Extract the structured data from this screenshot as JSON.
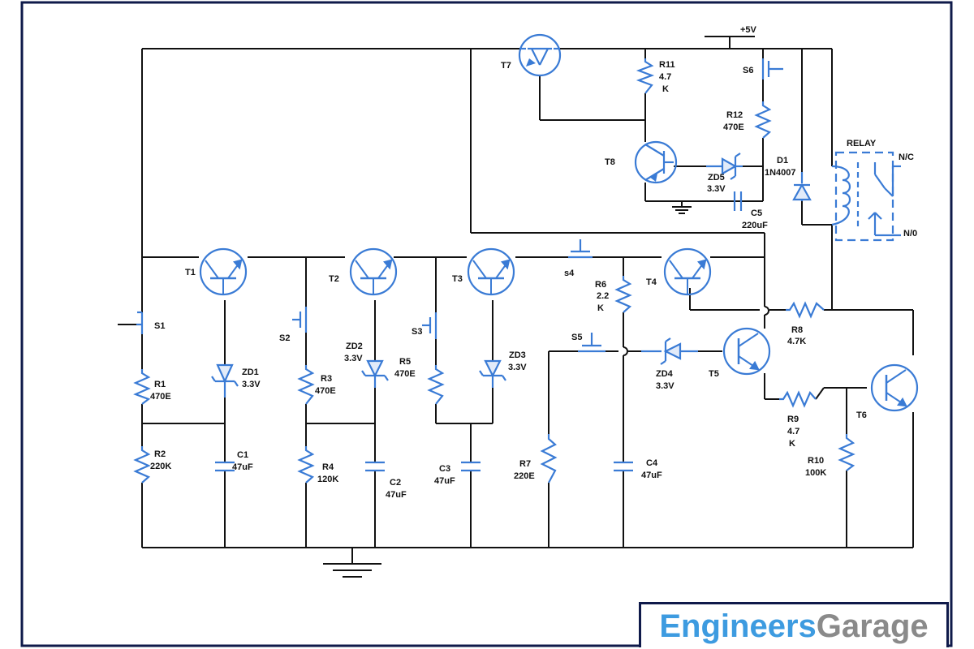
{
  "supply": "+5V",
  "relay": {
    "title": "RELAY",
    "nc": "N/C",
    "no": "N/0"
  },
  "components": {
    "T1": "T1",
    "T2": "T2",
    "T3": "T3",
    "T4": "T4",
    "T5": "T5",
    "T6": "T6",
    "T7": "T7",
    "T8": "T8",
    "S1": "S1",
    "S2": "S2",
    "S3": "S3",
    "S4": "s4",
    "S5": "S5",
    "S6": "S6",
    "R1": [
      "R1",
      "470E"
    ],
    "R2": [
      "R2",
      "220K"
    ],
    "R3": [
      "R3",
      "470E"
    ],
    "R4": [
      "R4",
      "120K"
    ],
    "R5": [
      "R5",
      "470E"
    ],
    "R6": [
      "R6",
      "2.2",
      "K"
    ],
    "R7": [
      "R7",
      "220E"
    ],
    "R8": [
      "R8",
      "4.7K"
    ],
    "R9": [
      "R9",
      "4.7",
      "K"
    ],
    "R10": [
      "R10",
      "100K"
    ],
    "R11": [
      "R11",
      "4.7",
      "K"
    ],
    "R12": [
      "R12",
      "470E"
    ],
    "C1": [
      "C1",
      "47uF"
    ],
    "C2": [
      "C2",
      "47uF"
    ],
    "C3": [
      "C3",
      "47uF"
    ],
    "C4": [
      "C4",
      "47uF"
    ],
    "C5": [
      "C5",
      "220uF"
    ],
    "ZD1": [
      "ZD1",
      "3.3V"
    ],
    "ZD2": [
      "ZD2",
      "3.3V"
    ],
    "ZD3": [
      "ZD3",
      "3.3V"
    ],
    "ZD4": [
      "ZD4",
      "3.3V"
    ],
    "ZD5": [
      "ZD5",
      "3.3V"
    ],
    "D1": [
      "D1",
      "1N4007"
    ]
  },
  "logo": {
    "part1": "Engineers",
    "part2": "Garage",
    "color1": "#3d9be0",
    "color2": "#8a8a8a"
  },
  "colors": {
    "wire": "#111111",
    "component": "#3a7bd5",
    "border": "#0f1a4a"
  }
}
